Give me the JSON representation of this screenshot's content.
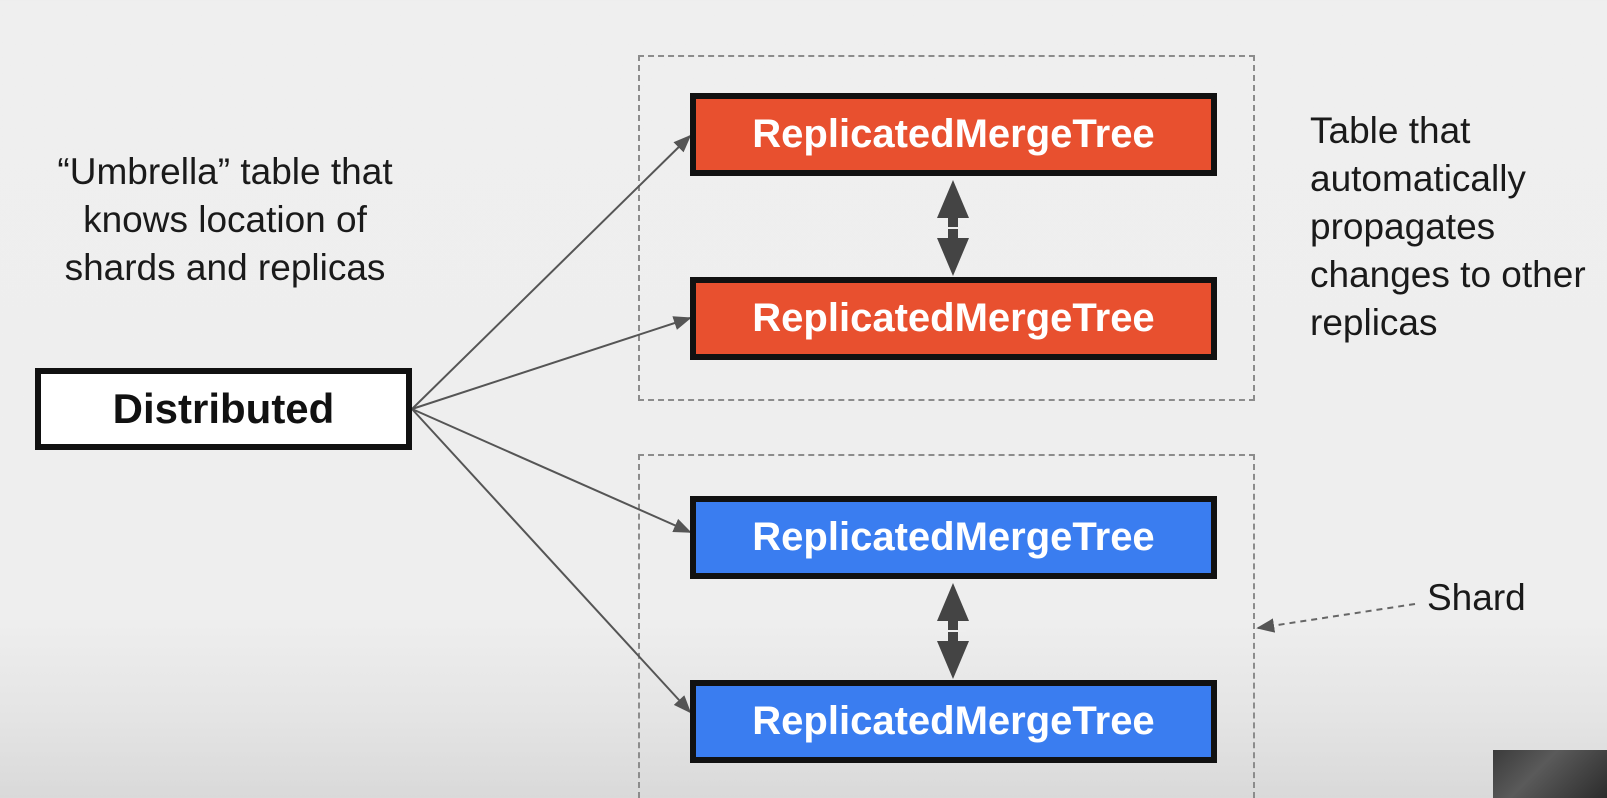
{
  "captions": {
    "left": "“Umbrella” table that\nknows location of\nshards and replicas",
    "right": "Table that\nautomatically\npropagates\nchanges to other\nreplicas",
    "shard": "Shard"
  },
  "nodes": {
    "distributed": "Distributed",
    "shard1_replica1": "ReplicatedMergeTree",
    "shard1_replica2": "ReplicatedMergeTree",
    "shard2_replica1": "ReplicatedMergeTree",
    "shard2_replica2": "ReplicatedMergeTree"
  },
  "colors": {
    "shard1_fill": "#e8502f",
    "shard2_fill": "#3a7df0",
    "node_border": "#111111",
    "connector": "#555555",
    "double_arrow": "#444444",
    "dashed_border": "#8c8c8c"
  }
}
